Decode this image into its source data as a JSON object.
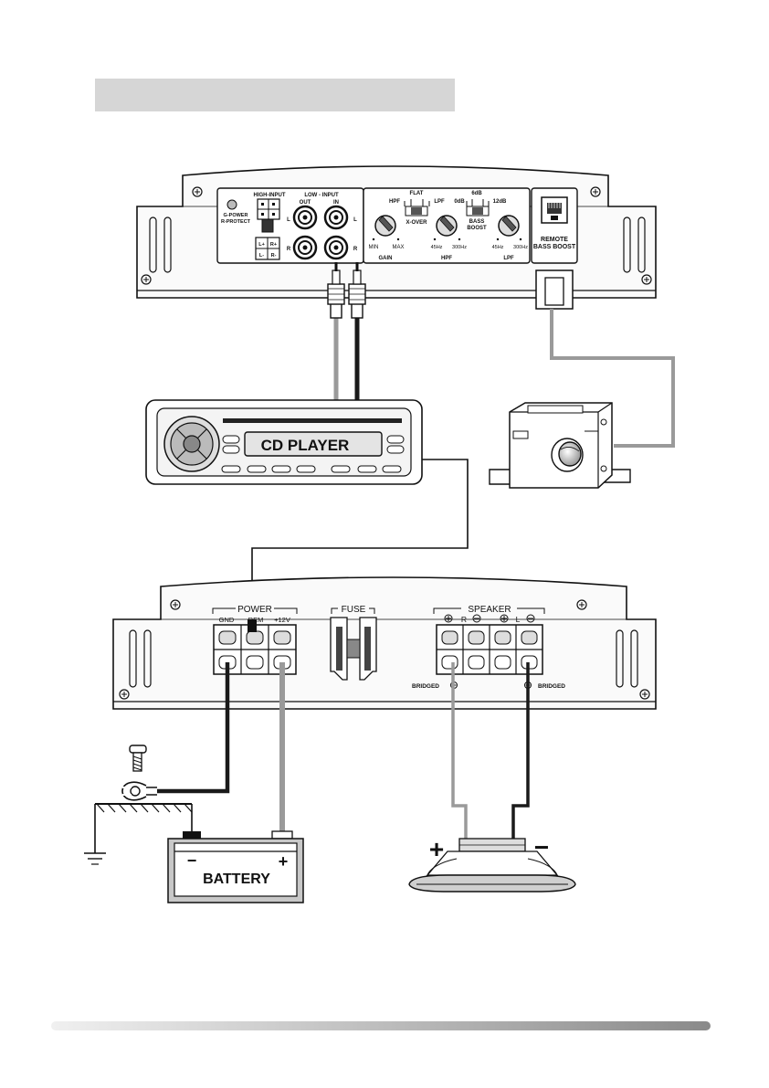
{
  "colors": {
    "wire_dark": "#1a1a1a",
    "wire_light": "#9a9a9a",
    "panel_fill": "#f4f4f4",
    "header_bar": "#d6d6d6",
    "footer_bar": "#b0b0b0"
  },
  "top_amp": {
    "high_input": "HIGH-INPUT",
    "g_power": "G-POWER",
    "r_protect": "R-PROTECT",
    "low_input": "LOW - INPUT",
    "out": "OUT",
    "in": "IN",
    "l": "L",
    "r": "R",
    "lplus": "L+",
    "rplus": "R+",
    "lminus": "L-",
    "rminus": "R-",
    "hpf": "HPF",
    "flat": "FLAT",
    "lpf": "LPF",
    "xover": "X-OVER",
    "db0": "0dB",
    "db6": "6dB",
    "db12": "12dB",
    "bass_boost_1": "BASS",
    "bass_boost_2": "BOOST",
    "min": "MIN",
    "max": "MAX",
    "gain": "GAIN",
    "hz45a": "45Hz",
    "hz300a": "300Hz",
    "hpf_lbl": "HPF",
    "hz45b": "45Hz",
    "hz300b": "300Hz",
    "lpf_lbl": "LPF",
    "remote_1": "REMOTE",
    "remote_2": "BASS BOOST"
  },
  "cd_player": {
    "display": "CD PLAYER"
  },
  "bottom_amp": {
    "power": "POWER",
    "gnd": "GND",
    "rem": "REM",
    "v12": "+12V",
    "fuse": "FUSE",
    "speaker": "SPEAKER",
    "r": "R",
    "l": "L",
    "bridged": "BRIDGED"
  },
  "battery": {
    "label": "BATTERY",
    "minus": "−",
    "plus": "+"
  },
  "speaker": {
    "plus": "+",
    "minus": "−"
  }
}
